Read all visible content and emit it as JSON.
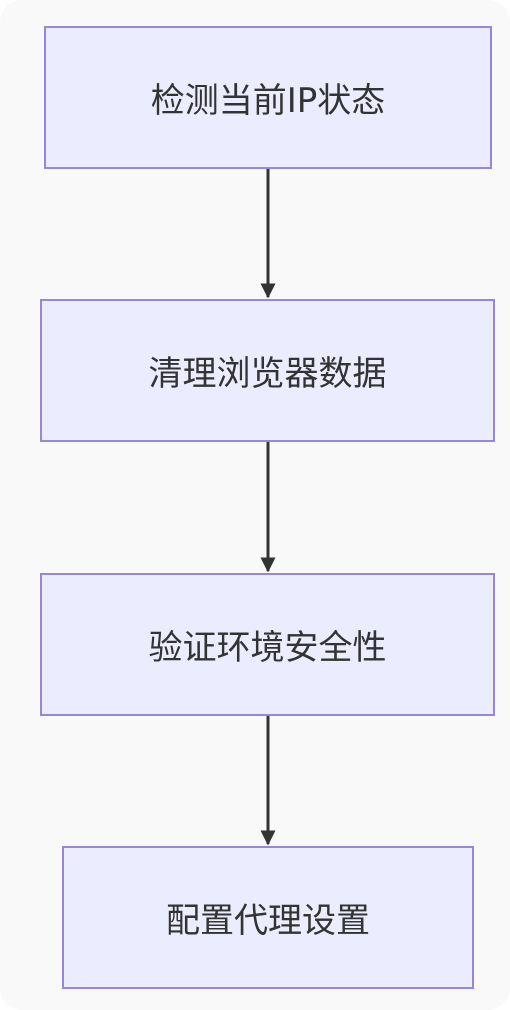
{
  "flowchart": {
    "colors": {
      "node_fill": "#ececff",
      "node_border": "#9a86d8",
      "edge": "#333333",
      "text": "#333333",
      "background": "#f9f9f9"
    },
    "nodes": [
      {
        "id": "n1",
        "label": "检测当前IP状态"
      },
      {
        "id": "n2",
        "label": "清理浏览器数据"
      },
      {
        "id": "n3",
        "label": "验证环境安全性"
      },
      {
        "id": "n4",
        "label": "配置代理设置"
      }
    ],
    "edges": [
      {
        "from": "n1",
        "to": "n2"
      },
      {
        "from": "n2",
        "to": "n3"
      },
      {
        "from": "n3",
        "to": "n4"
      }
    ]
  }
}
